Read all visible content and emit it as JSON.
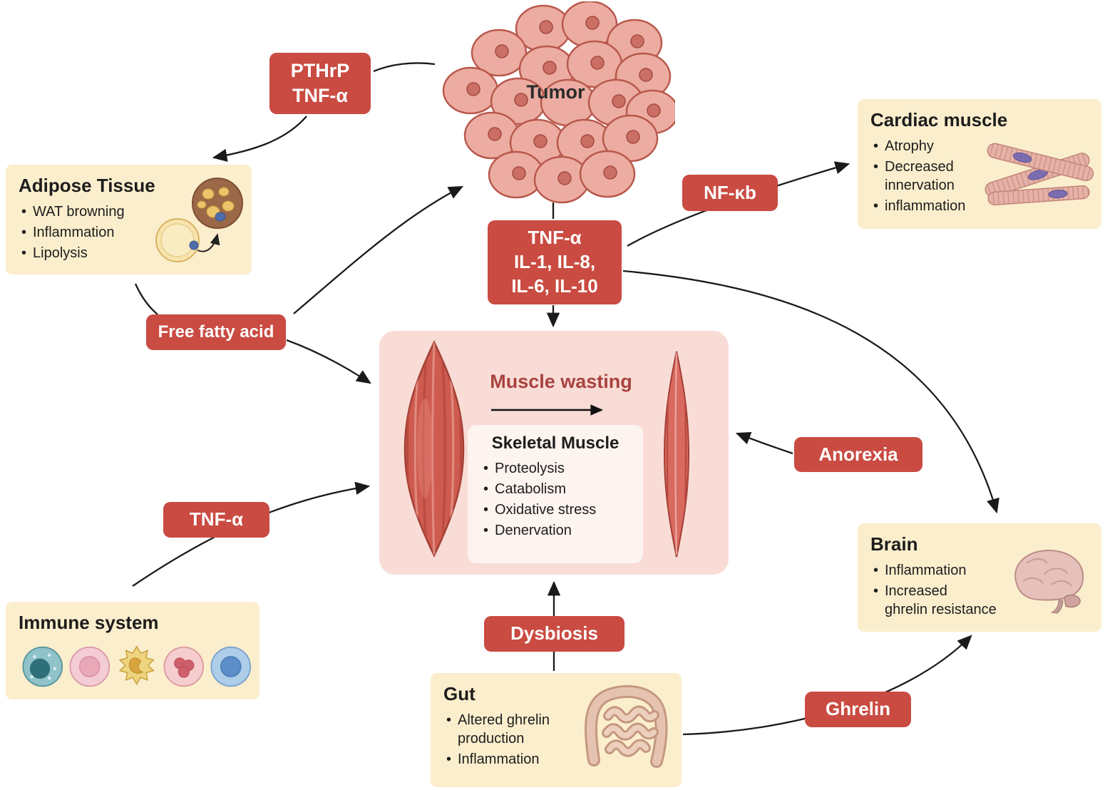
{
  "figure": {
    "tumor_label": "Tumor",
    "pthrp_box": {
      "line1": "PTHrP",
      "line2": "TNF-α"
    },
    "adipose": {
      "title": "Adipose Tissue",
      "bullets": [
        "WAT browning",
        "Inflammation",
        "Lipolysis"
      ]
    },
    "free_fatty_acid_label": "Free fatty acid",
    "cytokines_box": {
      "line1": "TNF-α",
      "line2": "IL-1, IL-8,",
      "line3": "IL-6, IL-10"
    },
    "nfkb_label": "NF-κb",
    "cardiac": {
      "title": "Cardiac muscle",
      "bullets": [
        "Atrophy",
        "Decreased\ninnervation",
        "inflammation"
      ]
    },
    "muscle": {
      "title": "Muscle wasting",
      "subtitle": "Skeletal Muscle",
      "bullets": [
        "Proteolysis",
        "Catabolism",
        "Oxidative stress",
        "Denervation"
      ]
    },
    "anorexia_label": "Anorexia",
    "brain": {
      "title": "Brain",
      "bullets": [
        "Inflammation",
        "Increased\nghrelin resistance"
      ]
    },
    "tnfa_label": "TNF-α",
    "immune": {
      "title": "Immune system"
    },
    "dysbiosis_label": "Dysbiosis",
    "gut": {
      "title": "Gut",
      "bullets": [
        "Altered ghrelin\nproduction",
        "Inflammation"
      ]
    },
    "ghrelin_label": "Ghrelin",
    "colors": {
      "red_box": "#c94b42",
      "cream_box": "#fbeecd",
      "muscle_panel_pink": "#f9dcd6",
      "muscle_title_red": "#a8433f",
      "arrow_black": "#1a1a1a",
      "tumor_cell_pink": "#ecaca1",
      "text": "#1d1d1d"
    }
  }
}
